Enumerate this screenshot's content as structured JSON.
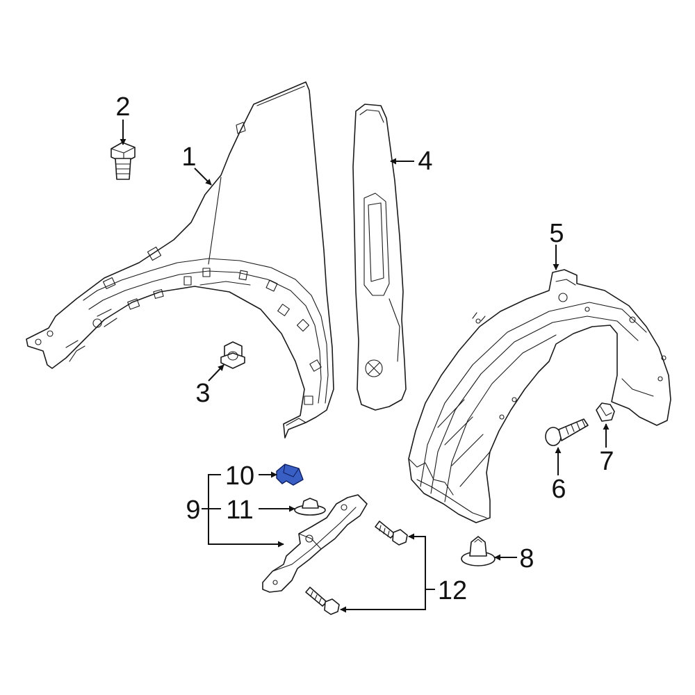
{
  "callouts": [
    {
      "id": "1",
      "label": "1"
    },
    {
      "id": "2",
      "label": "2"
    },
    {
      "id": "3",
      "label": "3"
    },
    {
      "id": "4",
      "label": "4"
    },
    {
      "id": "5",
      "label": "5"
    },
    {
      "id": "6",
      "label": "6"
    },
    {
      "id": "7",
      "label": "7"
    },
    {
      "id": "8",
      "label": "8"
    },
    {
      "id": "9",
      "label": "9"
    },
    {
      "id": "10",
      "label": "10"
    },
    {
      "id": "11",
      "label": "11"
    },
    {
      "id": "12",
      "label": "12"
    }
  ],
  "colors": {
    "line": "#1a1a1a",
    "background": "#ffffff",
    "highlighted_part": "#3a5fc4"
  },
  "highlighted_callout": "10"
}
